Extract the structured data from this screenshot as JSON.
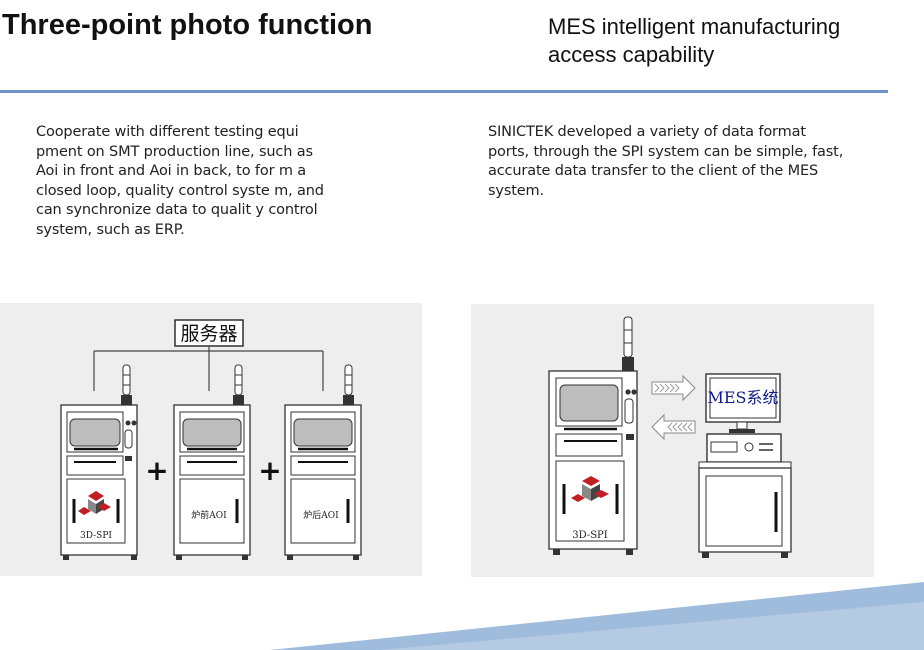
{
  "left_section": {
    "title": "Three-point photo function",
    "body": "Cooperate with different testing equi pment on SMT production line, such as Aoi in front and Aoi in back, to for m a closed loop, quality control syste m, and can synchronize data to qualit y control system, such as ERP.",
    "diagram": {
      "server_label": "服务器",
      "plus_sign": "+",
      "machine_labels": [
        "3D-SPI",
        "炉前AOI",
        "炉后AOI"
      ]
    }
  },
  "right_section": {
    "title_line1": "MES intelligent manufacturing",
    "title_line2": "access capability",
    "body": "SINICTEK developed a variety of data format ports, through the SPI system can be simple, fast, accurate data transfer to the client of the MES system.",
    "diagram": {
      "machine_label": "3D-SPI",
      "mes_label": "MES系统"
    }
  },
  "colors": {
    "rule": "#6f93c4",
    "panel_background": "#eeeeee",
    "decor_band": "#8fb0d6"
  },
  "icon_names": [
    "cube-logo-icon",
    "arrow-right-icon",
    "arrow-left-icon",
    "signal-tower-icon"
  ]
}
